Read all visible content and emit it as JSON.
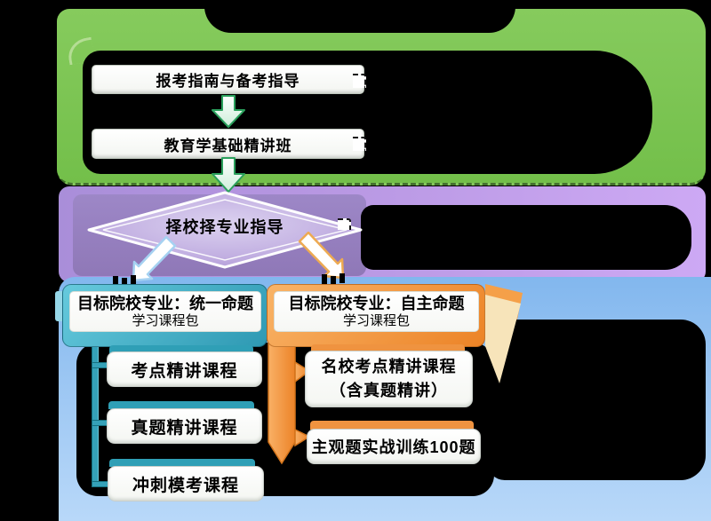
{
  "diagram": {
    "green_stage": {
      "step1": "报考指南与备考指导",
      "step2": "教育学基础精讲班"
    },
    "decision": {
      "label": "择校择专业指导"
    },
    "left_branch": {
      "header_line1": "目标院校专业：统一命题",
      "header_line2": "学习课程包",
      "courses": [
        "考点精讲课程",
        "真题精讲课程",
        "冲刺模考课程"
      ]
    },
    "right_branch": {
      "header_line1": "目标院校专业：自主命题",
      "header_line2": "学习课程包",
      "course1_line1": "名校考点精讲课程",
      "course1_line2": "（含真题精讲）",
      "course2": "主观题实战训练100题"
    },
    "colors": {
      "green": "#7cc24f",
      "purple_band": "#c3a0ef",
      "purple_panel": "#9a84c4",
      "blue": "#8fc0f1",
      "teal": "#3aa6bd",
      "orange": "#f09240",
      "cream": "#f7e4ba"
    }
  }
}
